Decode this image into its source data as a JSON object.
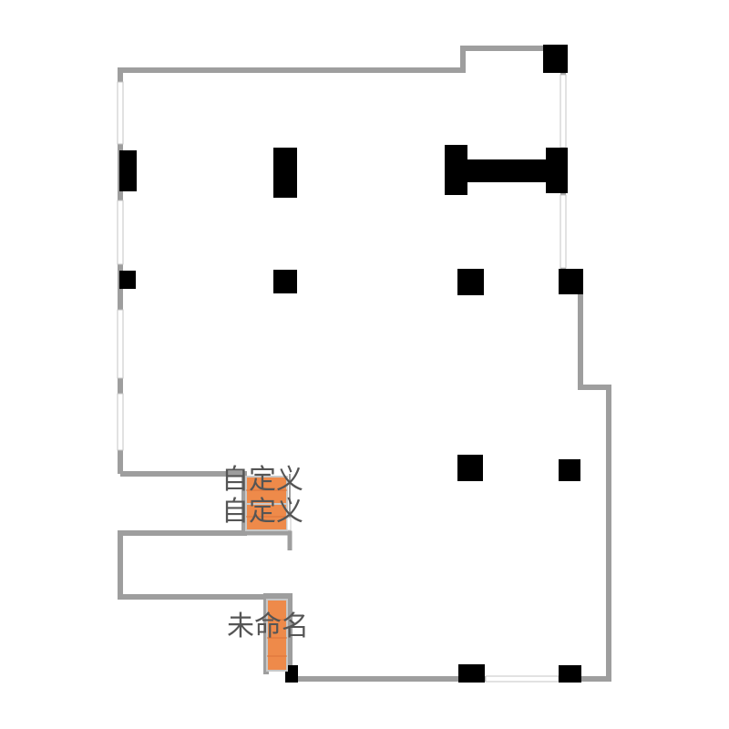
{
  "floorplan": {
    "labels": {
      "custom_top": "自定义",
      "custom_bottom": "自定义",
      "unnamed": "未命名"
    },
    "colors": {
      "wall": "#9e9e9e",
      "column": "#000000",
      "room_fill": "#ee8a4a",
      "room_border": "#c8c8c8",
      "window": "#ffffff",
      "background": "#ffffff",
      "text": "#555555"
    }
  }
}
